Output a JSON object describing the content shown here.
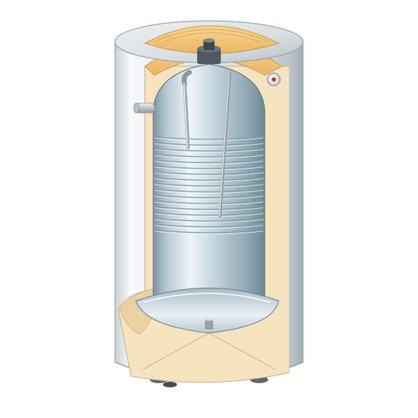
{
  "diagram": {
    "subject": "water-heater-cutaway",
    "components": [
      {
        "id": "outer-casing",
        "label": ""
      },
      {
        "id": "insulation",
        "label": ""
      },
      {
        "id": "inner-tank",
        "label": ""
      },
      {
        "id": "heating-coil",
        "label": ""
      },
      {
        "id": "dip-tube",
        "label": ""
      },
      {
        "id": "anode-rod",
        "label": ""
      },
      {
        "id": "top-fitting",
        "label": ""
      },
      {
        "id": "side-inlet-pipe",
        "label": ""
      },
      {
        "id": "thermometer-gauge",
        "label": ""
      },
      {
        "id": "drain-fitting",
        "label": ""
      },
      {
        "id": "feet",
        "label": ""
      }
    ],
    "colors": {
      "casing_light": "#f4f6f7",
      "casing_mid": "#cdd3d6",
      "casing_dark": "#9aa3a8",
      "insulation": "#f6e3bf",
      "insulation_top": "#f0c777",
      "tank_light": "#e9f2f6",
      "tank_mid": "#a9bfca",
      "tank_dark": "#6e8793",
      "coil_line": "#7f98a4",
      "gauge_red": "#d62b1f"
    },
    "coil_turns": 17
  }
}
